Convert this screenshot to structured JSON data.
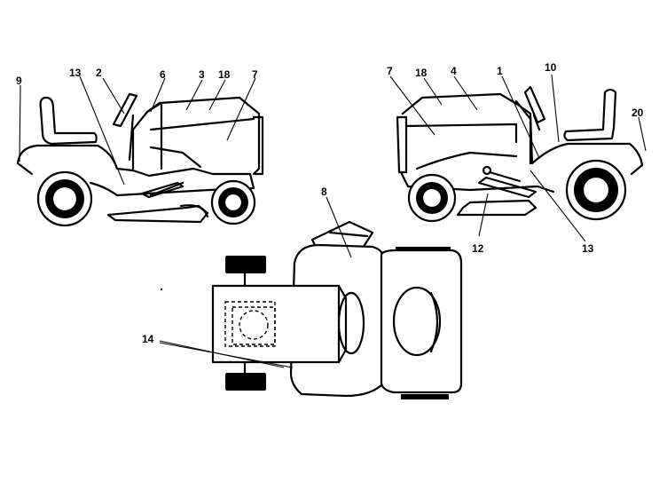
{
  "callouts": {
    "left_view": [
      "9",
      "13",
      "2",
      "6",
      "3",
      "18",
      "7"
    ],
    "right_view": [
      "7",
      "18",
      "4",
      "1",
      "10",
      "20",
      "12",
      "13"
    ],
    "top_view": [
      "8",
      "14"
    ]
  },
  "colors": {
    "ink": "#000000",
    "paper": "#ffffff"
  }
}
